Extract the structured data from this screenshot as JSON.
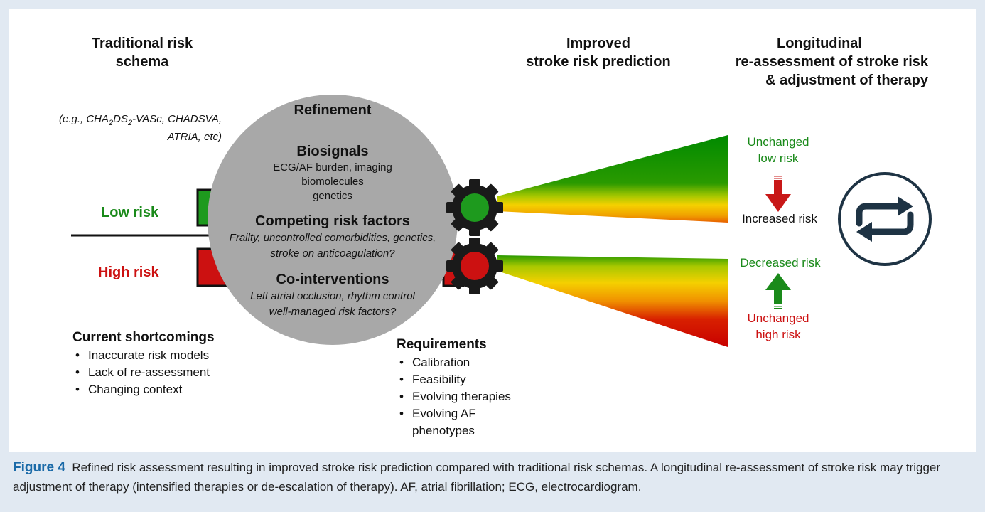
{
  "headings": {
    "traditional": [
      "Traditional risk",
      "schema"
    ],
    "improved": [
      "Improved",
      "stroke risk prediction"
    ],
    "longitudinal": [
      "Longitudinal",
      "re-assessment of stroke risk",
      "& adjustment of therapy"
    ]
  },
  "examples": {
    "prefix": "(e.g., CHA",
    "sub1": "2",
    "mid": "DS",
    "sub2": "2",
    "suffix": "-VASc, CHADSVA,",
    "line2": "ATRIA, etc)"
  },
  "risk_labels": {
    "low": "Low risk",
    "high": "High risk"
  },
  "refinement": {
    "title": "Refinement",
    "biosignals_title": "Biosignals",
    "biosignals_items": [
      "ECG/AF burden, imaging",
      "biomolecules",
      "genetics"
    ],
    "competing_title": "Competing risk factors",
    "competing_items": [
      "Frailty, uncontrolled comorbidities, genetics,",
      "stroke on anticoagulation?"
    ],
    "cointerventions_title": "Co-interventions",
    "cointerventions_items": [
      "Left atrial occlusion, rhythm control",
      "well-managed risk factors?"
    ]
  },
  "outcomes": {
    "unchanged_low": [
      "Unchanged",
      "low risk"
    ],
    "increased": "Increased risk",
    "decreased": "Decreased risk",
    "unchanged_high": [
      "Unchanged",
      "high risk"
    ]
  },
  "shortcomings": {
    "title": "Current shortcomings",
    "items": [
      "Inaccurate risk models",
      "Lack of re-assessment",
      "Changing context"
    ]
  },
  "requirements": {
    "title": "Requirements",
    "items": [
      "Calibration",
      "Feasibility",
      "Evolving therapies",
      "Evolving AF",
      "phenotypes"
    ]
  },
  "caption": {
    "label": "Figure 4",
    "text": "Refined risk assessment resulting in improved stroke risk prediction compared with traditional risk schemas. A longitudinal re-assessment of stroke risk may trigger adjustment of therapy (intensified therapies or de-escalation of therapy). AF, atrial fibrillation; ECG, electrocardiogram."
  },
  "icons": {
    "cycle": "refresh-cycle-icon",
    "gear": "gear-icon",
    "arrow_down": "arrow-down-icon",
    "arrow_up": "arrow-up-icon"
  },
  "colors": {
    "green": "#1a8a1a",
    "red": "#cc1111",
    "yellow": "#f0d000",
    "orange": "#f09000",
    "circle": "#a8a8a8",
    "background": "#e1e9f2",
    "caption_label": "#1a6aa8"
  }
}
